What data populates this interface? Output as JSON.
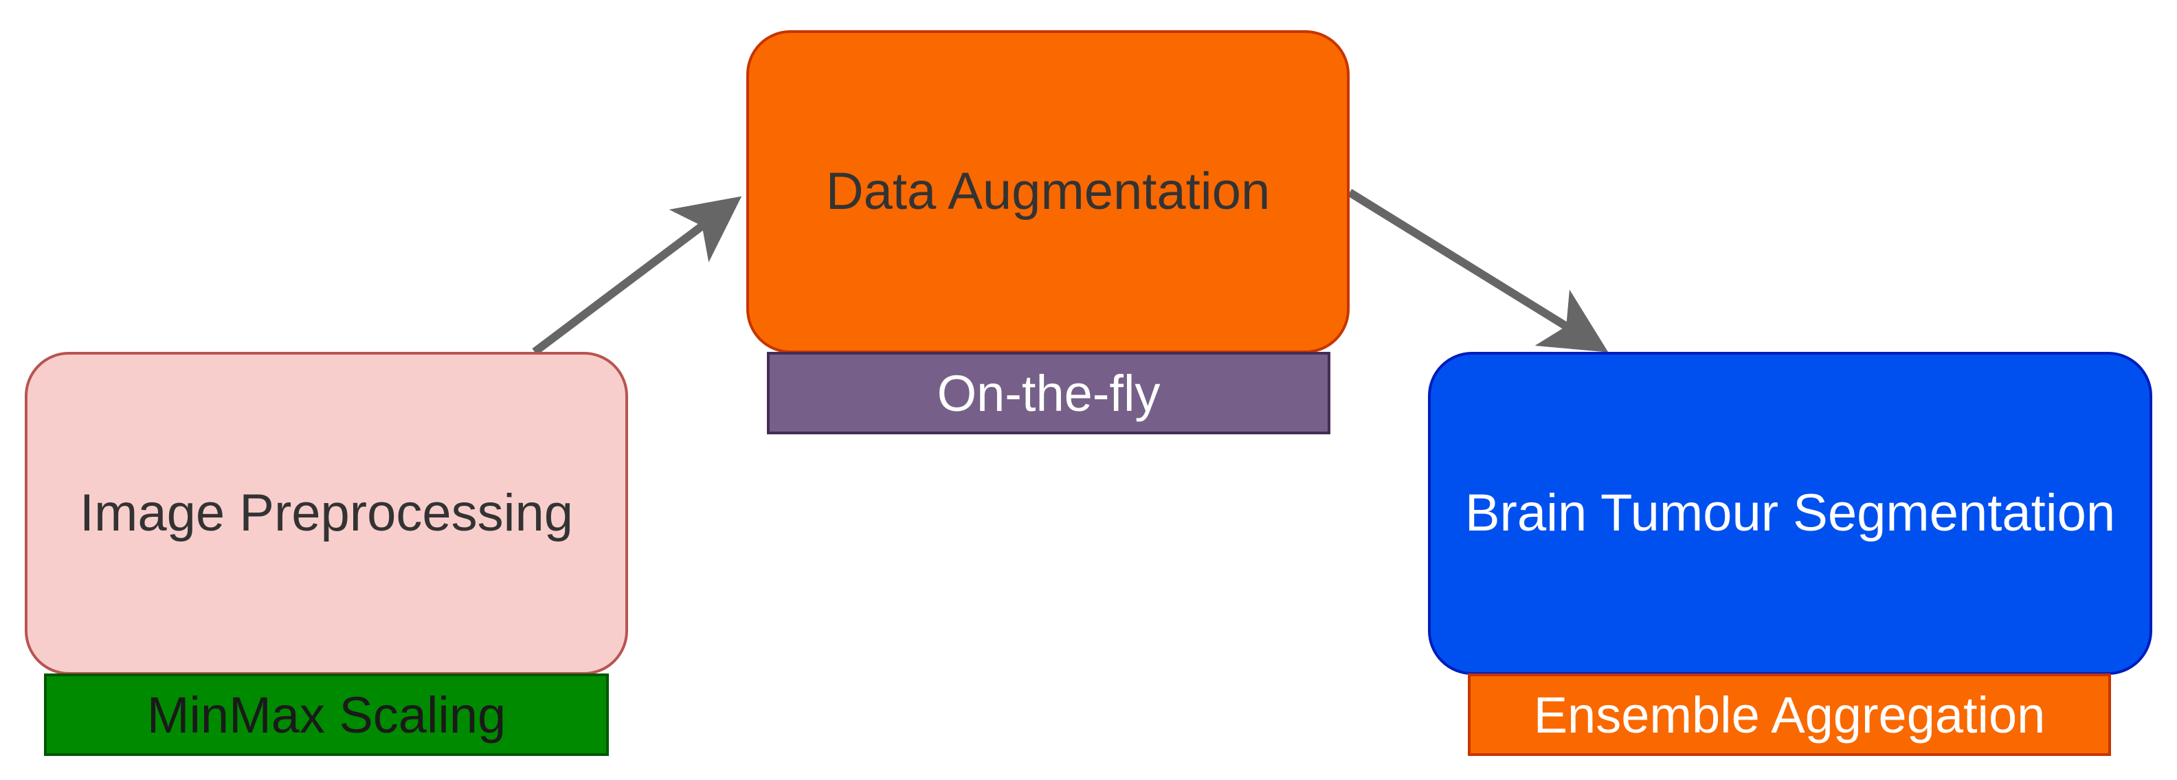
{
  "nodes": {
    "preprocess": {
      "label": "Image Preprocessing",
      "tag": "MinMax Scaling"
    },
    "augment": {
      "label": "Data Augmentation",
      "tag": "On-the-fly"
    },
    "segment": {
      "label": "Brain Tumour Segmentation",
      "tag": "Ensemble Aggregation"
    }
  },
  "edges": [
    {
      "from": "preprocess",
      "to": "augment"
    },
    {
      "from": "augment",
      "to": "segment"
    }
  ],
  "colors": {
    "arrow": "#666666",
    "preprocess_fill": "#f8cecc",
    "augment_fill": "#fa6800",
    "segment_fill": "#0050ef",
    "minmax_fill": "#008a00",
    "onthefly_fill": "#76608a",
    "ensemble_fill": "#fa6800"
  }
}
